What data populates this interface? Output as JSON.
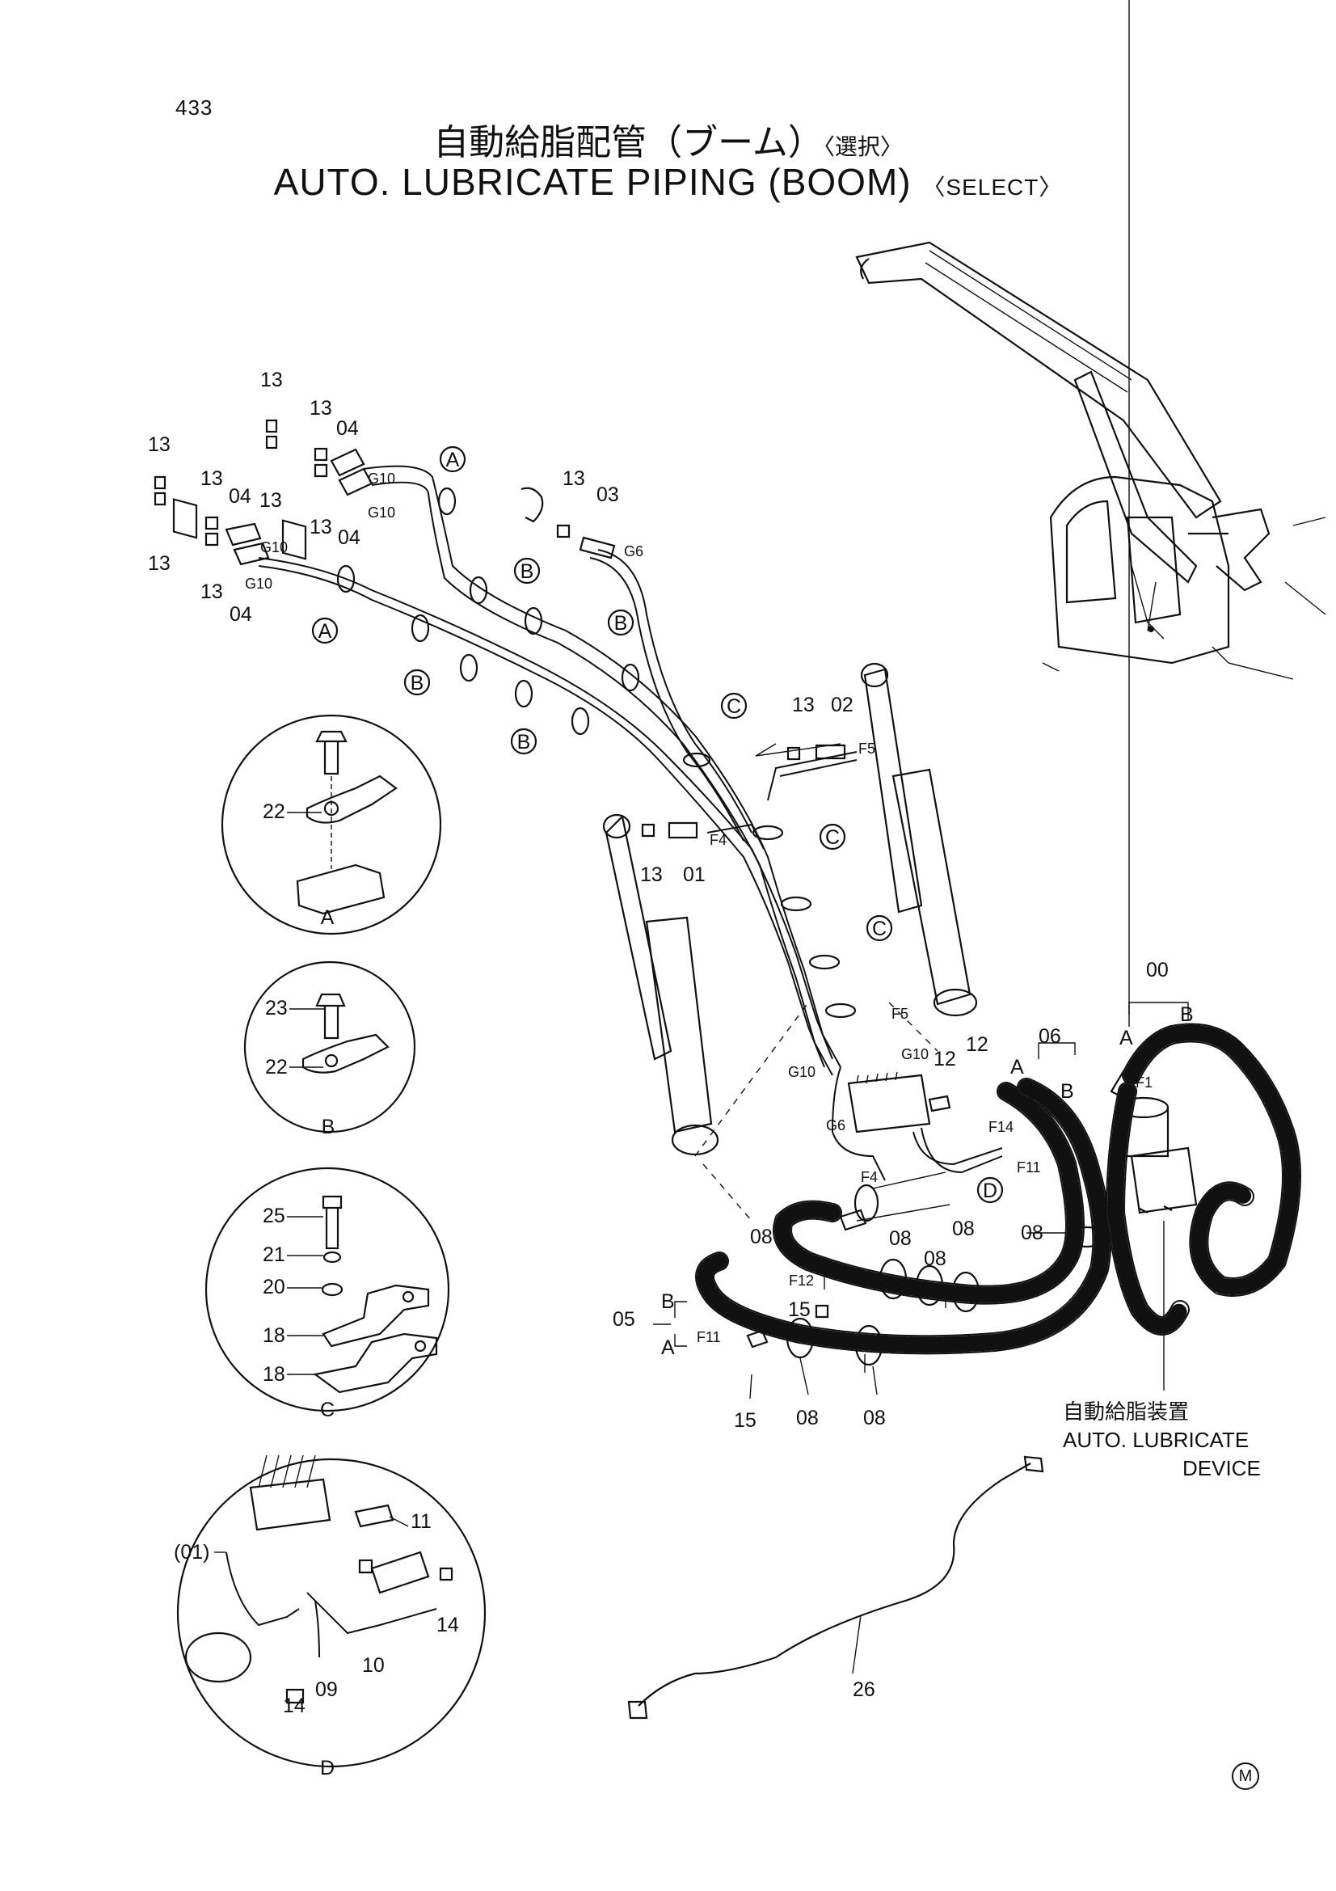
{
  "page_number": "433",
  "title_jp": "自動給脂配管（ブーム）",
  "title_jp_select": "〈選択〉",
  "title_en": "AUTO. LUBRICATE PIPING (BOOM)",
  "title_en_select": "〈SELECT〉",
  "device_label_jp": "自動給脂装置",
  "device_label_en_1": "AUTO. LUBRICATE",
  "device_label_en_2": "DEVICE",
  "mark": "M",
  "views": {
    "a": "A",
    "b": "B",
    "c": "C",
    "d": "D"
  },
  "callouts": {
    "a": "A",
    "b": "B",
    "c": "C",
    "d": "D"
  },
  "parts": {
    "p00": "00",
    "p01": "01",
    "p01p": "(01)",
    "p02": "02",
    "p03": "03",
    "p04": "04",
    "p05": "05",
    "p06": "06",
    "p08": "08",
    "p09": "09",
    "p10": "10",
    "p11": "11",
    "p12": "12",
    "p13": "13",
    "p14": "14",
    "p15": "15",
    "p18": "18",
    "p20": "20",
    "p21": "21",
    "p22": "22",
    "p23": "23",
    "p25": "25",
    "p26": "26"
  },
  "ports": {
    "g10": "G10",
    "g6": "G6",
    "f1": "F1",
    "f4": "F4",
    "f5": "F5",
    "f11": "F11",
    "f12": "F12",
    "f14": "F14"
  }
}
